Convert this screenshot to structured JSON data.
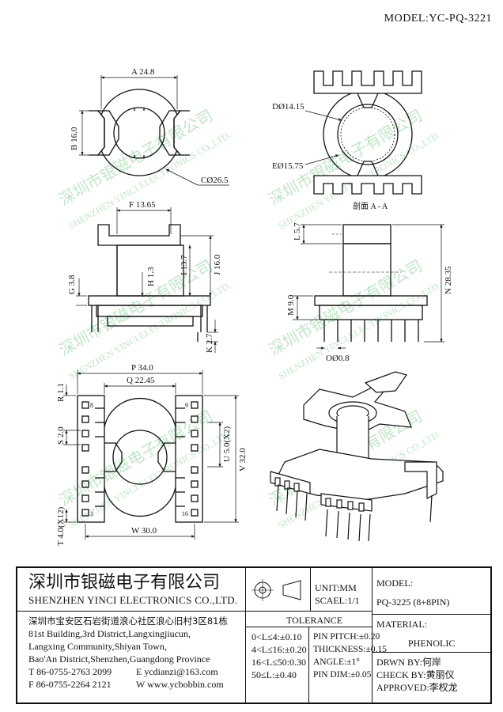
{
  "model_title": "MODEL:YC-PQ-3221",
  "watermark": {
    "cn": "深圳市银磁电子有限公司",
    "en": "SHENZHEN YINCI ELECTRONICS CO.,LTD."
  },
  "dimensions": {
    "a": "A 24.8",
    "b": "B 16.0",
    "c": "CØ26.5",
    "d": "DØ14.15",
    "e": "EØ15.75",
    "section": "剖面 A - A",
    "f": "F 13.65",
    "g": "G 3.8",
    "h": "H 1.3",
    "i": "I 13.7",
    "j": "J 16.0",
    "k": "K 2.7",
    "l": "L 5.7",
    "m": "M 9.0",
    "n": "N 28.35",
    "o": "OØ0.8",
    "p": "P 34.0",
    "q": "Q 22.45",
    "r": "R 1.1",
    "s": "S 2.0",
    "t": "T 4.0(X12)",
    "u": "U 5.0(X2)",
    "v": "V 32.0",
    "w": "W 30.0",
    "pin8": "8",
    "pin1": "1",
    "pin9": "9",
    "pin16": "16"
  },
  "title_block": {
    "company_cn": "深圳市银磁电子有限公司",
    "company_en": "SHENZHEN YINCI ELECTRONICS CO.,LTD.",
    "unit": "UNIT:MM",
    "scale": "SCAEL:1/1",
    "model_label": "MODEL:",
    "model_value": "PQ-3225 (8+8PIN)",
    "address_cn": "深圳市宝安区石岩街道浪心社区浪心旧村3区81栋",
    "address_en": [
      "81st Building,3rd District,Langxingjiucun,",
      "Langxing Community,Shiyan Town,",
      "Bao'An District,Shenzhen,Guangdong Province"
    ],
    "tel": "T 86-0755-2763 2099",
    "email": "E ycdianzi@163.com",
    "fax": "F 86-0755-2264 2121",
    "web": "W www.ycbobbin.com",
    "tolerance_label": "TOLERANCE",
    "tolerances": [
      "0<L≤4:±0.10",
      "4<L≤16:±0.20",
      "16<L≤50:0.30",
      "50≤L:±0.40"
    ],
    "pin_specs": [
      "PIN PITCH:±0.20",
      "THICKNESS:±0.15",
      "ANGLE:±1°",
      "PIN DIM:±0.05"
    ],
    "material_label": "MATERIAL:",
    "material_value": "PHENOLIC",
    "drawn_by": "DRWN BY:何岸",
    "check_by": "CHECK BY:黄丽仪",
    "approved": "APPROVED:李权龙"
  }
}
